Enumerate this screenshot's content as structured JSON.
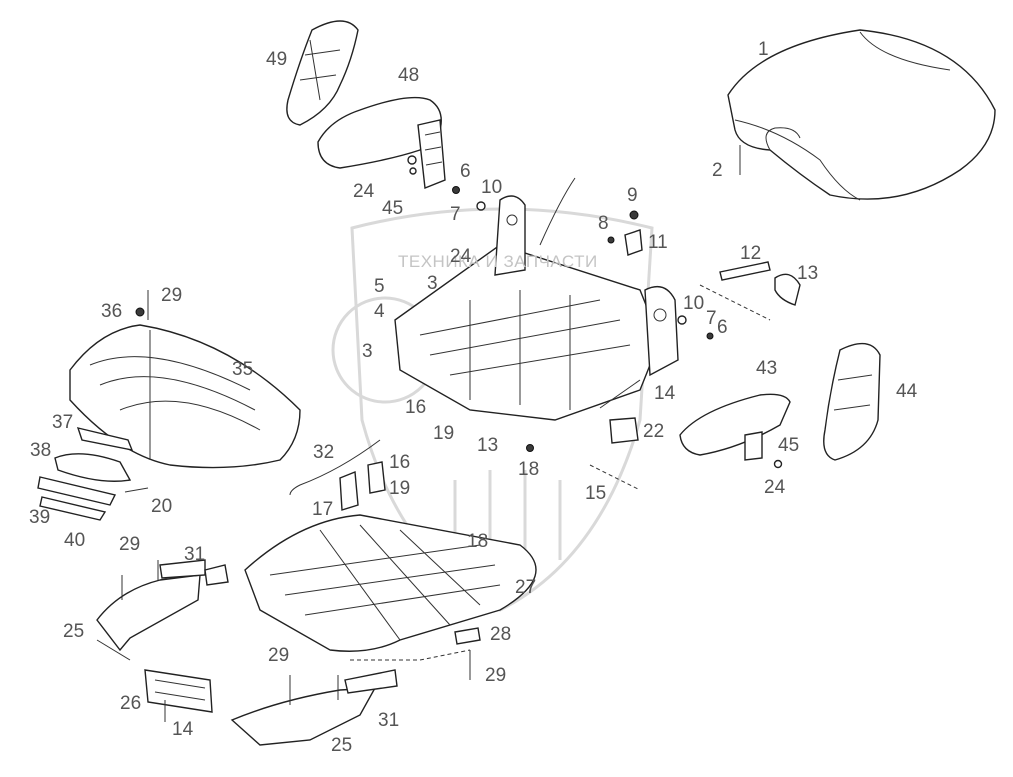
{
  "watermark": {
    "text": "ТЕХНИКА И ЗАПЧАСТИ"
  },
  "callouts": {
    "c1": "1",
    "c2": "2",
    "c49": "49",
    "c48": "48",
    "c6a": "6",
    "c10a": "10",
    "c7a": "7",
    "c24a": "24",
    "c45a": "45",
    "c9": "9",
    "c8": "8",
    "c11": "11",
    "c12": "12",
    "c13a": "13",
    "c24b": "24",
    "c3a": "3",
    "c5": "5",
    "c4": "4",
    "c3b": "3",
    "c10b": "10",
    "c7b": "7",
    "c6b": "6",
    "c43": "43",
    "c44": "44",
    "c36": "36",
    "c29a": "29",
    "c35": "35",
    "c16a": "16",
    "c19a": "19",
    "c13b": "13",
    "c14a": "14",
    "c22": "22",
    "c45b": "45",
    "c24c": "24",
    "c37": "37",
    "c38": "38",
    "c39": "39",
    "c40": "40",
    "c20": "20",
    "c32": "32",
    "c16b": "16",
    "c19b": "19",
    "c17": "17",
    "c18a": "18",
    "c15": "15",
    "c18b": "18",
    "c29b": "29",
    "c31a": "31",
    "c27": "27",
    "c25a": "25",
    "c28": "28",
    "c29c": "29",
    "c29d": "29",
    "c26": "26",
    "c14b": "14",
    "c31b": "31",
    "c25b": "25"
  }
}
